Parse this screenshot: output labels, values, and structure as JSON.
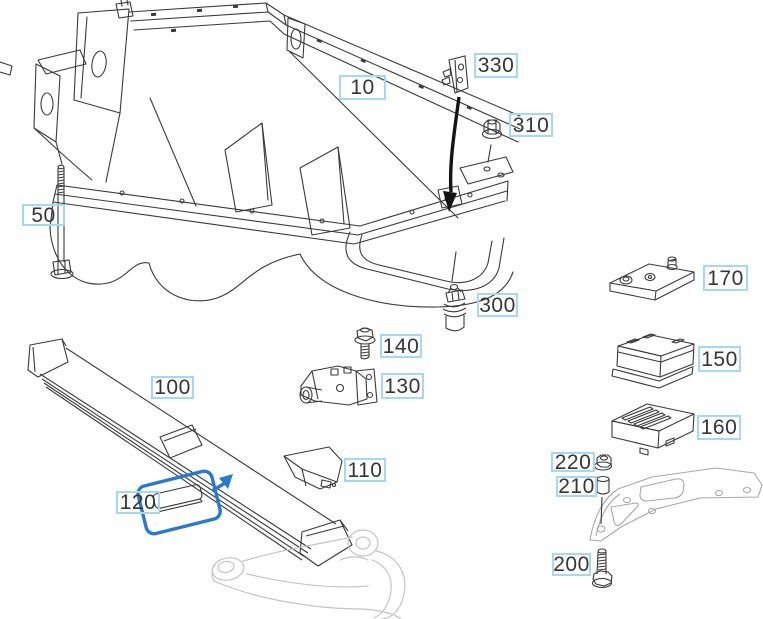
{
  "diagram": {
    "type": "exploded-parts-diagram",
    "selected_part": "120",
    "colors": {
      "background": "#ffffff",
      "label_border": "#a6d8ef",
      "label_text": "#353535",
      "line_dark": "#3a3a3a",
      "line_light": "#c4c4c4",
      "line_mid_light": "#a8a8a8",
      "highlight_blue": "#2a79cc",
      "arrow_black": "#141414"
    },
    "callouts": [
      {
        "id": "10",
        "text": "10"
      },
      {
        "id": "50",
        "text": "50"
      },
      {
        "id": "100",
        "text": "100"
      },
      {
        "id": "110",
        "text": "110"
      },
      {
        "id": "120",
        "text": "120"
      },
      {
        "id": "130",
        "text": "130"
      },
      {
        "id": "140",
        "text": "140"
      },
      {
        "id": "150",
        "text": "150"
      },
      {
        "id": "160",
        "text": "160"
      },
      {
        "id": "170",
        "text": "170"
      },
      {
        "id": "200",
        "text": "200"
      },
      {
        "id": "210",
        "text": "210"
      },
      {
        "id": "220",
        "text": "220"
      },
      {
        "id": "300",
        "text": "300"
      },
      {
        "id": "310",
        "text": "310"
      },
      {
        "id": "330",
        "text": "330"
      }
    ]
  }
}
